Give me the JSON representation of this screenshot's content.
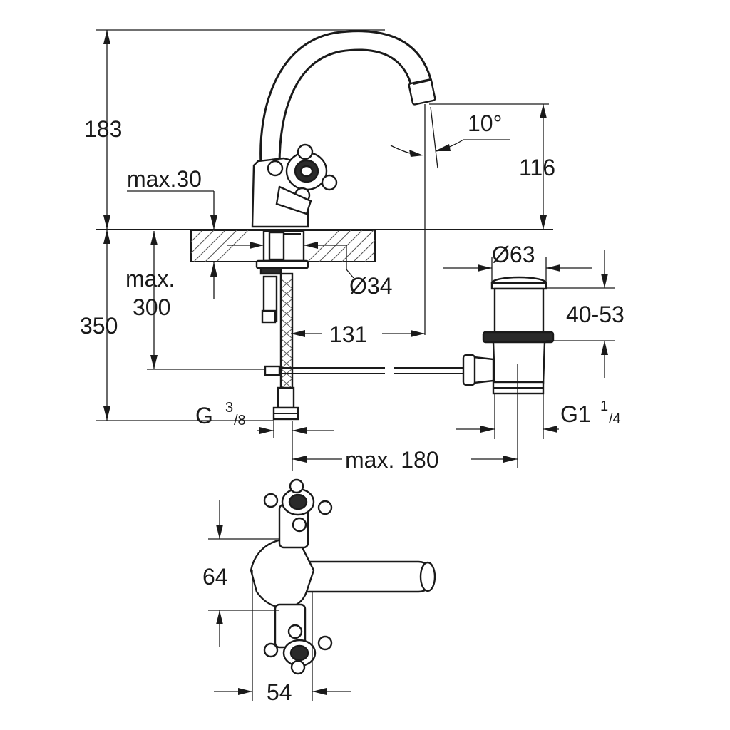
{
  "dimensions": {
    "height_total": "183",
    "spout_height": "116",
    "spout_angle": "10°",
    "deck_thickness": "max.30",
    "below_deck_label_1": "max.",
    "below_deck_label_2": "300",
    "height_below": "350",
    "hole_diameter": "Ø34",
    "waste_diameter": "Ø63",
    "waste_range": "40-53",
    "reach_to_waste": "131",
    "inlet_thread_main": "G ",
    "inlet_thread_num": "3",
    "inlet_thread_den": "/8",
    "waste_thread_main": "G1 ",
    "waste_thread_num": "1",
    "waste_thread_den": "/4",
    "rod_length": "max. 180",
    "handle_spacing": "64",
    "body_width": "54"
  }
}
